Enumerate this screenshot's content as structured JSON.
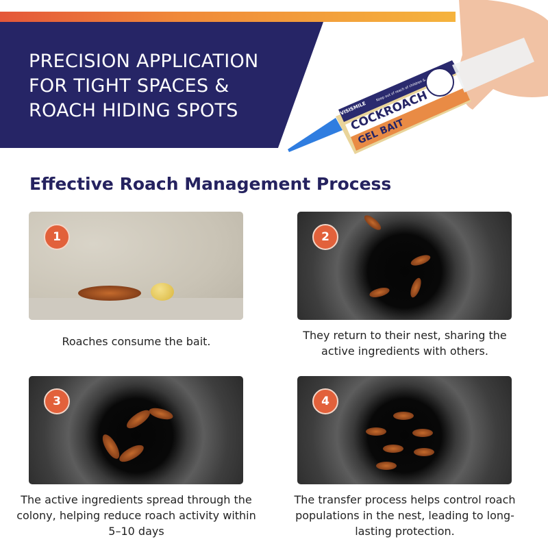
{
  "header": {
    "headline": "PRECISION APPLICATION FOR TIGHT SPACES & ROACH HIDING SPOTS",
    "headline_lines": [
      "PRECISION APPLICATION",
      "FOR TIGHT SPACES &",
      "ROACH HIDING SPOTS"
    ],
    "product": {
      "brand": "VISISMILE",
      "name_line1": "COCKROACH",
      "name_line2": "GEL BAIT",
      "warning": "Keep out of reach of children & pets"
    }
  },
  "section_title": "Effective Roach Management Process",
  "steps": [
    {
      "number": "1",
      "caption": "Roaches consume the bait."
    },
    {
      "number": "2",
      "caption": "They return to their nest, sharing the active ingredients with others."
    },
    {
      "number": "3",
      "caption": "The active ingredients spread through the colony, helping reduce roach activity within 5–10 days"
    },
    {
      "number": "4",
      "caption": "The transfer process helps control roach populations in the nest, leading to long-lasting protection."
    }
  ],
  "colors": {
    "navy": "#262566",
    "accent": "#e2613b",
    "bar_start": "#e4573a",
    "bar_end": "#f5b33d"
  }
}
